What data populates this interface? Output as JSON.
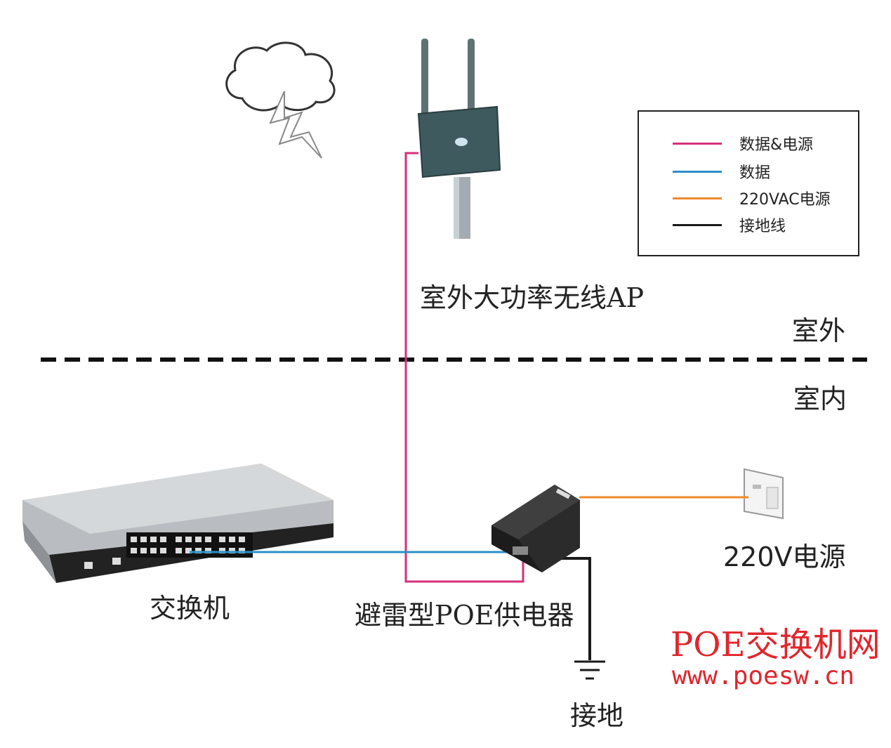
{
  "labels": {
    "ap": "室外大功率无线AP",
    "outdoor": "室外",
    "indoor": "室内",
    "switch": "交换机",
    "poe_injector": "避雷型POE供电器",
    "power_220v": "220V电源",
    "ground": "接地"
  },
  "legend": [
    {
      "label": "数据&电源",
      "color": "#d6307a"
    },
    {
      "label": "数据",
      "color": "#2a8fc7"
    },
    {
      "label": "220VAC电源",
      "color": "#ef8a2a"
    },
    {
      "label": "接地线",
      "color": "#1a1a1a"
    }
  ],
  "brand": {
    "name": "POE交换机网",
    "url": "www.poesw.cn"
  },
  "colors": {
    "data_power": "#d6307a",
    "data": "#2a8fc7",
    "ac_power": "#ef8a2a",
    "ground": "#1a1a1a",
    "brand": "#e0262c"
  },
  "icons": [
    "lightning-cloud-icon",
    "outdoor-ap-icon",
    "network-switch-icon",
    "poe-injector-icon",
    "wall-outlet-icon",
    "ground-symbol-icon"
  ]
}
